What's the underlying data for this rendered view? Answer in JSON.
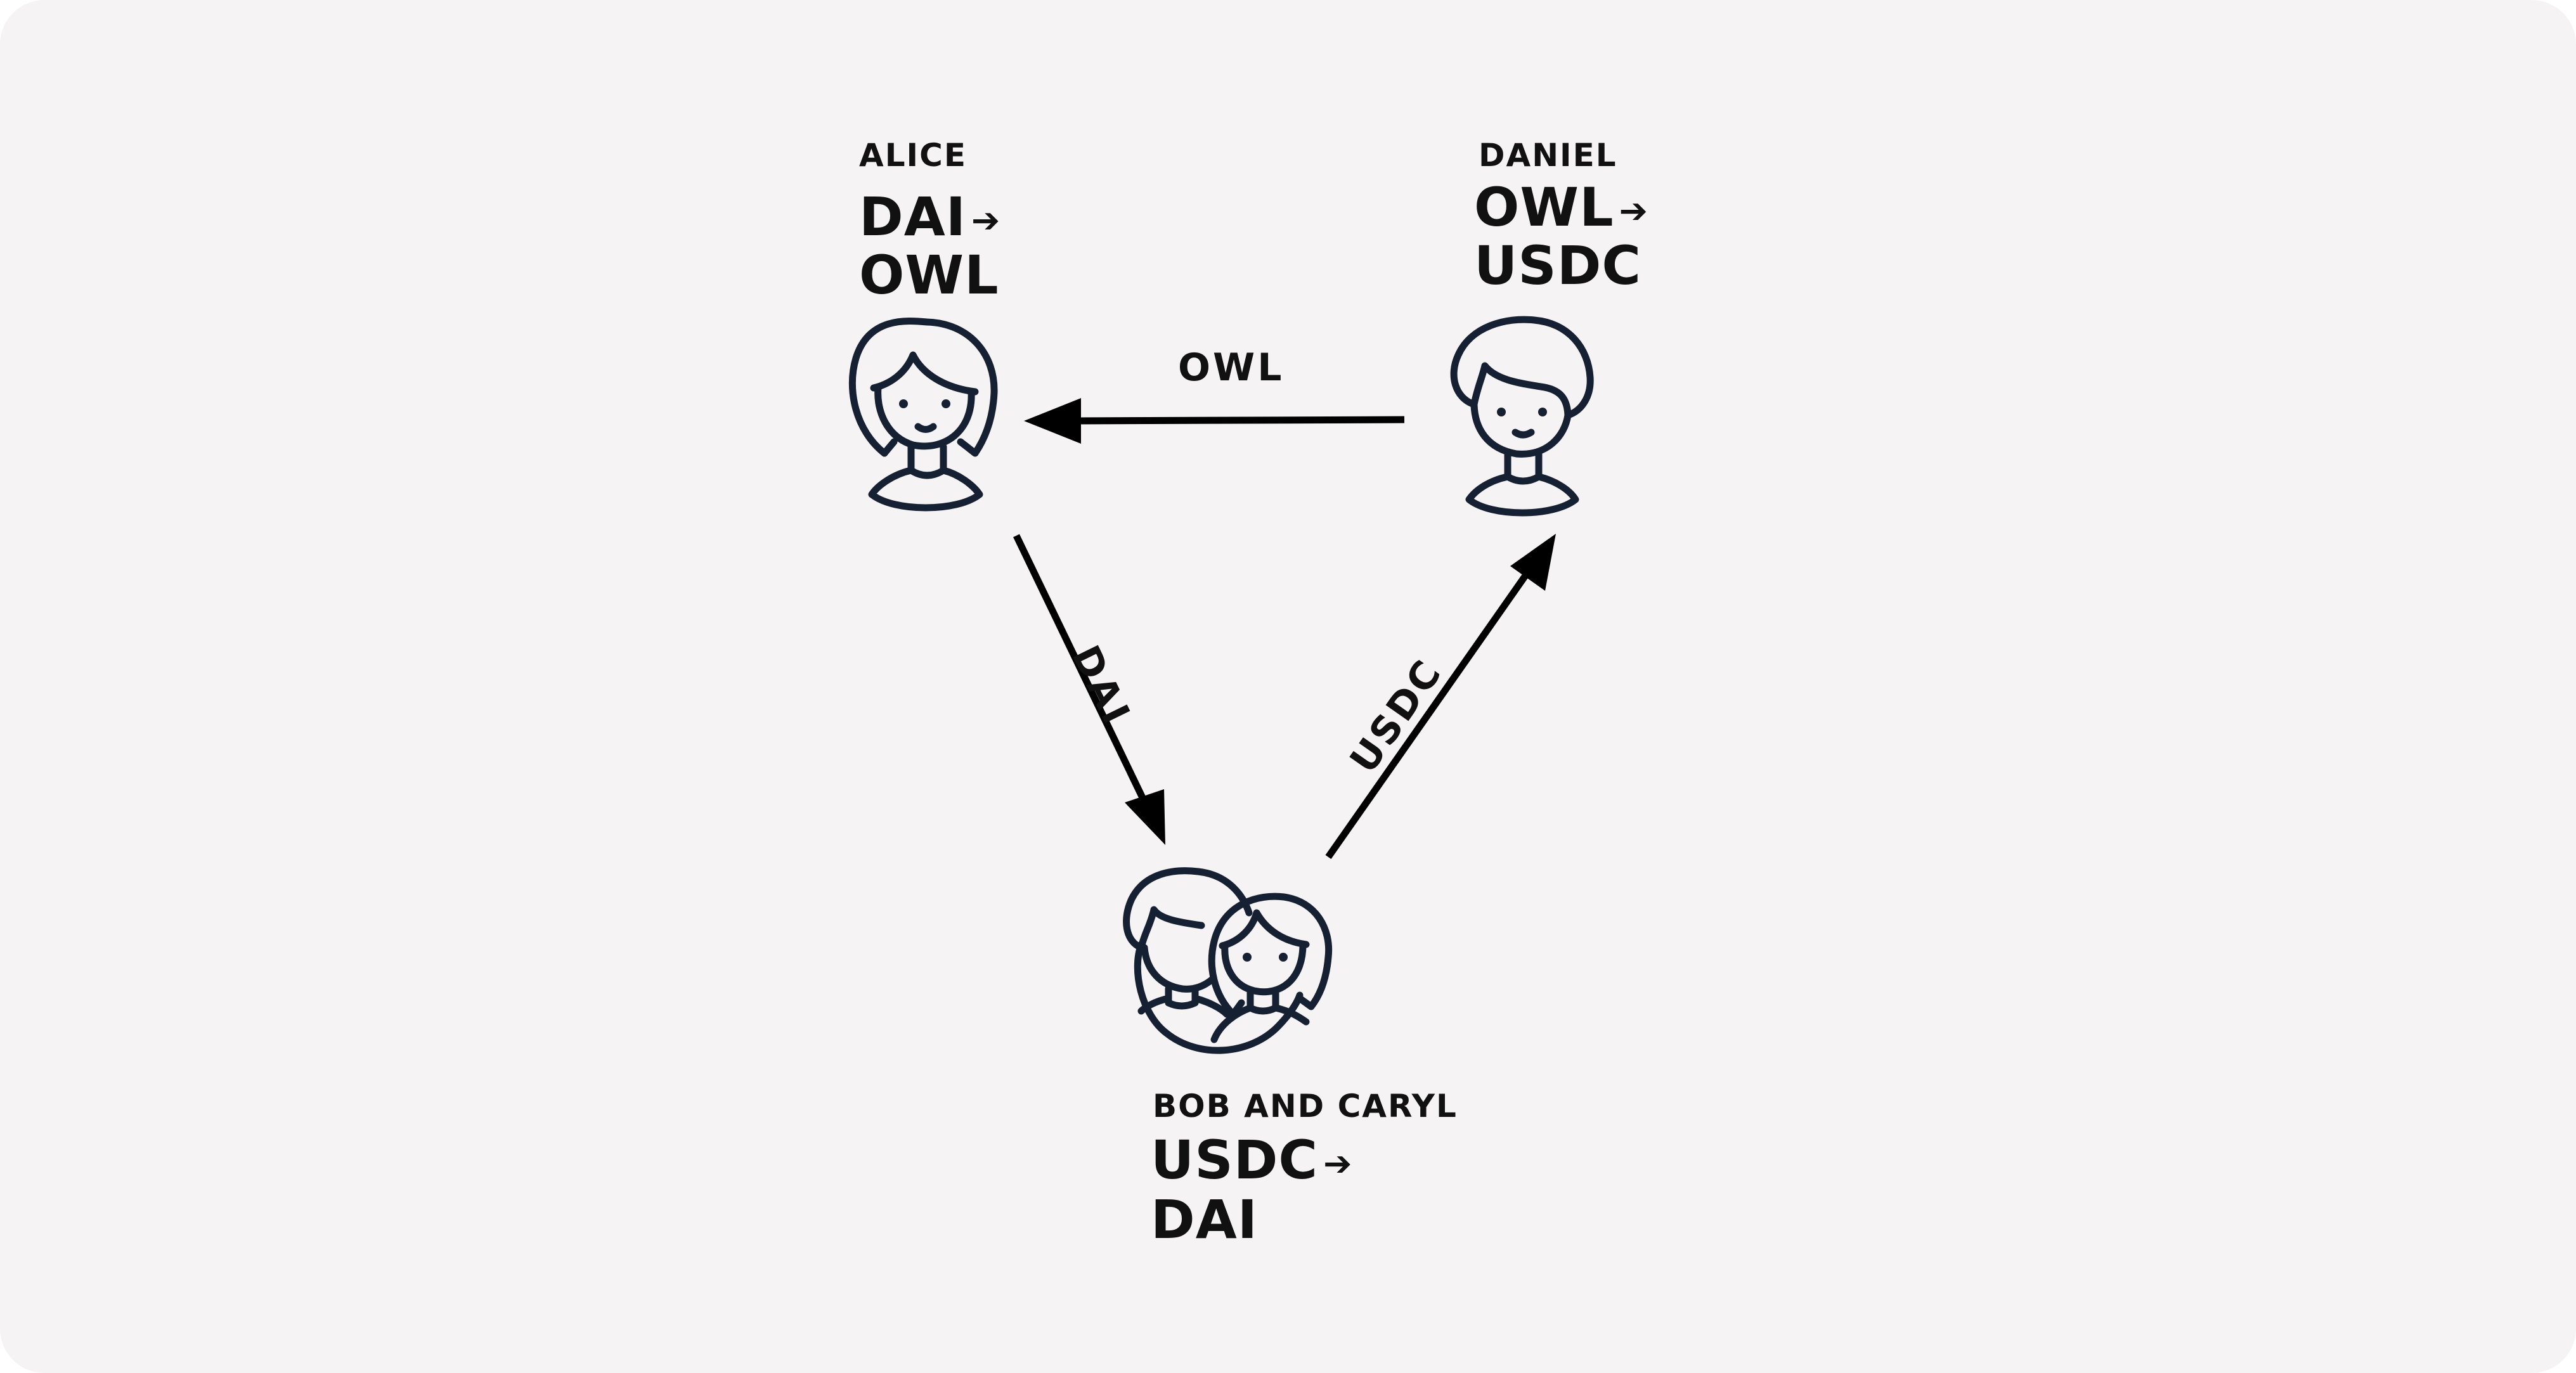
{
  "participants": {
    "alice": {
      "name": "ALICE",
      "sell": "DAI",
      "buy": "OWL",
      "arrow": "➔",
      "avatar_icon": "woman-avatar-icon"
    },
    "daniel": {
      "name": "DANIEL",
      "sell": "OWL",
      "buy": "USDC",
      "arrow": "➔",
      "avatar_icon": "man-avatar-icon"
    },
    "bob_caryl": {
      "name": "BOB AND CARYL",
      "sell": "USDC",
      "buy": "DAI",
      "arrow": "➔",
      "avatar_icon": "couple-avatar-icon"
    }
  },
  "edges": {
    "daniel_to_alice": "OWL",
    "alice_to_bob_caryl": "DAI",
    "bob_caryl_to_daniel": "USDC"
  },
  "colors": {
    "background": "#f5f3f4",
    "text": "#111111",
    "avatar_stroke": "#152033",
    "arrow": "#000000"
  }
}
